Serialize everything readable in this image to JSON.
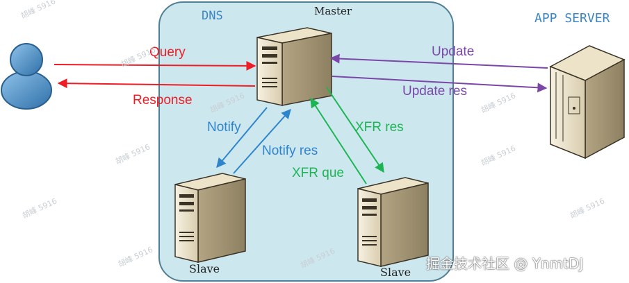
{
  "dns_region": {
    "label": "DNS",
    "fill": "#cde7ef",
    "stroke": "#4f7f93"
  },
  "nodes": {
    "master": {
      "label": "Master"
    },
    "slave_left": {
      "label": "Slave"
    },
    "slave_right": {
      "label": "Slave"
    },
    "app_server": {
      "label": "APP SERVER",
      "color": "#3d86c6"
    },
    "client": {
      "label": ""
    }
  },
  "edges": {
    "query": {
      "label": "Query",
      "color": "#ee1c24"
    },
    "response": {
      "label": "Response",
      "color": "#ee1c24"
    },
    "notify": {
      "label": "Notify",
      "color": "#2f85cc"
    },
    "notify_res": {
      "label": "Notify res",
      "color": "#2f85cc"
    },
    "xfr_res": {
      "label": "XFR res",
      "color": "#1db553"
    },
    "xfr_que": {
      "label": "XFR que",
      "color": "#1db553"
    },
    "update": {
      "label": "Update",
      "color": "#7a47a8"
    },
    "update_res": {
      "label": "Update res",
      "color": "#7a47a8"
    }
  },
  "watermarks": [
    "胡峰 5916",
    "胡峰 5916",
    "胡峰 5916",
    "胡峰 5916",
    "胡峰 5916",
    "胡峰 5916",
    "胡峰 5916",
    "胡峰 5916",
    "胡峰 5916",
    "胡峰 5916"
  ],
  "credit": "掘金技术社区 @ YnmtDJ"
}
